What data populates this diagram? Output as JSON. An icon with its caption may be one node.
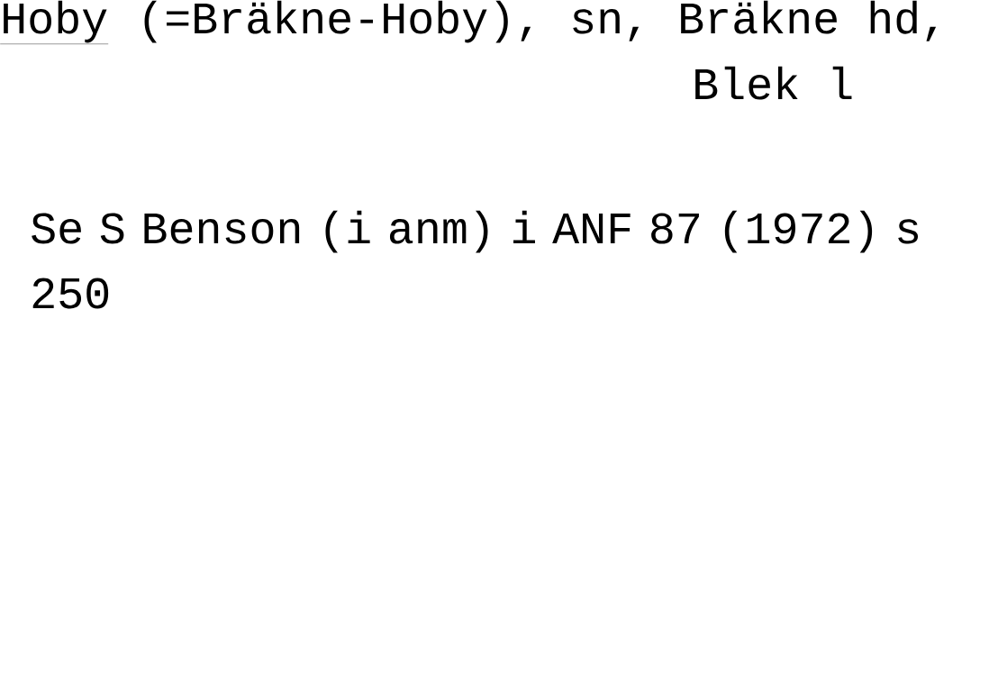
{
  "diagram": {
    "labels": [
      "Hoby",
      "(=Bräkne-Hoby), sn, Bräkne hd,",
      "Blek l",
      "Se S Benson (i anm) i ANF 87 (1972) s 250"
    ]
  }
}
